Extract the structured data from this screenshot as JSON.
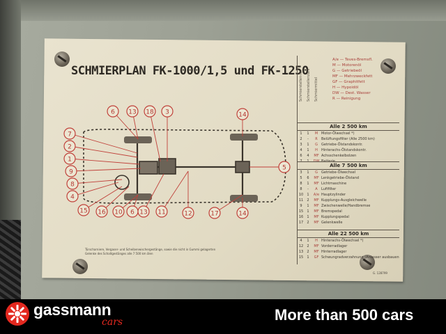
{
  "plate": {
    "title": "SCHMIERPLAN FK-1000/1,5 und FK-1250",
    "col_headers": [
      "Schmierstellen-Nr.",
      "Schmierstellenzahl",
      "Schmiermittel"
    ],
    "legend": [
      "A/e — Teves-Bremsfl.",
      "M — Motorenöl",
      "G — Getriebeöl",
      "MF — Mehrzweckfett",
      "GF — Graphitfett",
      "H — Hypoidöl",
      "DW — Dest. Wasser",
      "R — Reinigung"
    ],
    "sections": [
      {
        "header": "Alle 2 500 km",
        "rows": [
          [
            "1",
            "1",
            "M",
            "Motor-Ölwechsel *)"
          ],
          [
            "2",
            "-",
            "R",
            "Belüftungsfilter (Alle 2500 km)"
          ],
          [
            "3",
            "1",
            "G",
            "Getriebe-Ölstandskontr."
          ],
          [
            "4",
            "1",
            "H",
            "Hinterachs-Ölstandskontr."
          ],
          [
            "6",
            "4",
            "MF",
            "Achsschenkelbolzen"
          ],
          [
            "7",
            "1",
            "DW",
            "Batterie"
          ]
        ]
      },
      {
        "header": "Alle 7 500 km",
        "rows": [
          [
            "3",
            "1",
            "G",
            "Getriebe-Ölwechsel"
          ],
          [
            "5",
            "6",
            "MF",
            "Lenkgetriebe-Ölstand"
          ],
          [
            "8",
            "1",
            "MF",
            "Lichtmaschine"
          ],
          [
            "8",
            "-",
            "A",
            "Luftfilter"
          ],
          [
            "10",
            "1",
            "A/e",
            "Hauptzylinder"
          ],
          [
            "11",
            "2",
            "MF",
            "Kupplungs-Ausgleichwelle"
          ],
          [
            "9",
            "1",
            "MF",
            "Zwischenwelle/Handbremse"
          ],
          [
            "15",
            "1",
            "MF",
            "Bremspedal"
          ],
          [
            "16",
            "1",
            "MF",
            "Kupplungspedal"
          ],
          [
            "17",
            "2",
            "MF",
            "Gelenkwelle"
          ]
        ]
      },
      {
        "header": "Alle 22 500 km",
        "rows": [
          [
            "4",
            "1",
            "H",
            "Hinterachs-Ölwechsel *)"
          ],
          [
            "12",
            "2",
            "MF",
            "Vorderradlager"
          ],
          [
            "13",
            "2",
            "MF",
            "Hinterradlager"
          ],
          [
            "15",
            "1",
            "GF",
            "Schwungradverzahnung (Anlasser ausbauen)"
          ]
        ]
      }
    ],
    "footnote": "Türscharniere, Vergaser- und Scheibenwischergestänge, sowie die nicht in Gummi gelagerten Gelenke des Schaltgestänges alle 7 500 km ölen",
    "plate_no": "G. 128799",
    "callouts": [
      "6",
      "13",
      "18",
      "3",
      "14",
      "7",
      "2",
      "1",
      "9",
      "8",
      "5",
      "4",
      "15",
      "16",
      "10",
      "6",
      "13",
      "11",
      "12",
      "17",
      "14"
    ]
  },
  "banner": {
    "logo_word": "gassmann",
    "logo_sub": "cars",
    "slogan": "More than 500 cars"
  },
  "colors": {
    "accent_red": "#e3281f",
    "plate_red": "#c0413a",
    "plate_bg": "#e6dfca",
    "banner_bg": "#000000"
  },
  "icons": [
    "screw-icon",
    "gassmann-logo-icon"
  ]
}
